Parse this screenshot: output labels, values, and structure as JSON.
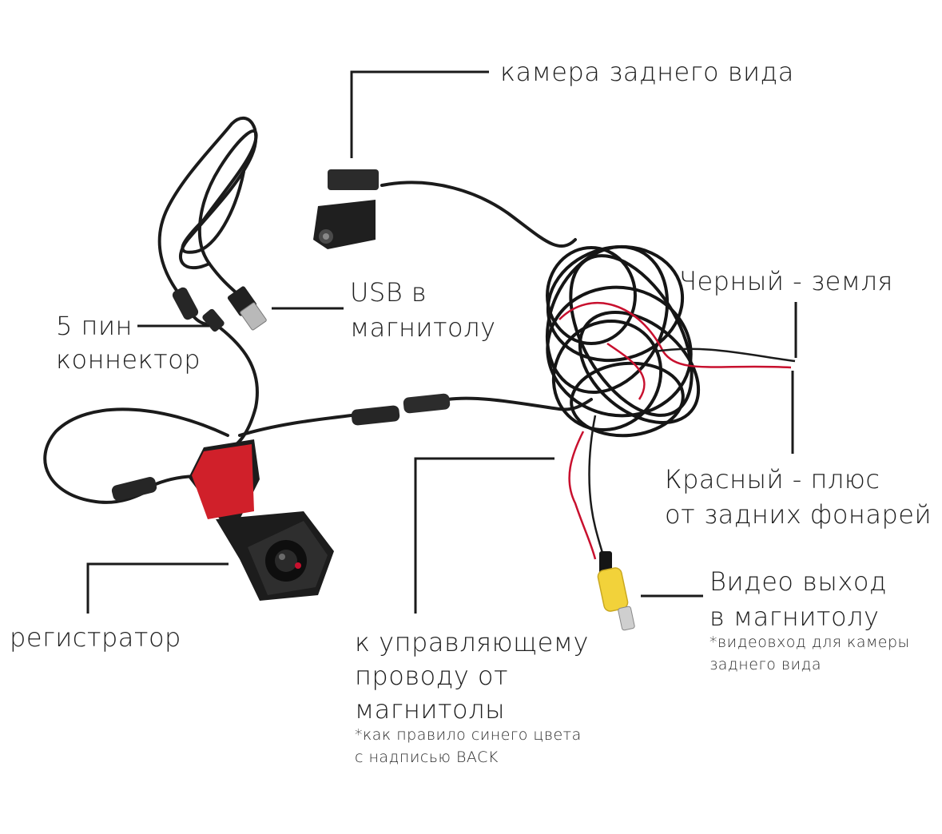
{
  "labels": {
    "rear_camera": "камера заднего вида",
    "usb_line1": "USB в",
    "usb_line2": "магнитолу",
    "pin_line1": "5 пин",
    "pin_line2": "коннектор",
    "black_wire": "Черный - земля",
    "red_wire_line1": "Красный - плюс",
    "red_wire_line2": "от задних фонарей",
    "video_line1": "Видео выход",
    "video_line2": "в магнитолу",
    "video_note_line1": "*видеовход для камеры",
    "video_note_line2": "заднего вида",
    "recorder": "регистратор",
    "control_line1": "к управляющему",
    "control_line2": "проводу от",
    "control_line3": "магнитолы",
    "control_note_line1": "*как правило синего цвета",
    "control_note_line2": "с надписью BACK"
  },
  "colors": {
    "cable": "#1b1b1b",
    "red_wire": "#c8102e",
    "rca_yellow": "#f2d23a",
    "sticker_red": "#d0202a",
    "leader": "#1a1a1a"
  }
}
